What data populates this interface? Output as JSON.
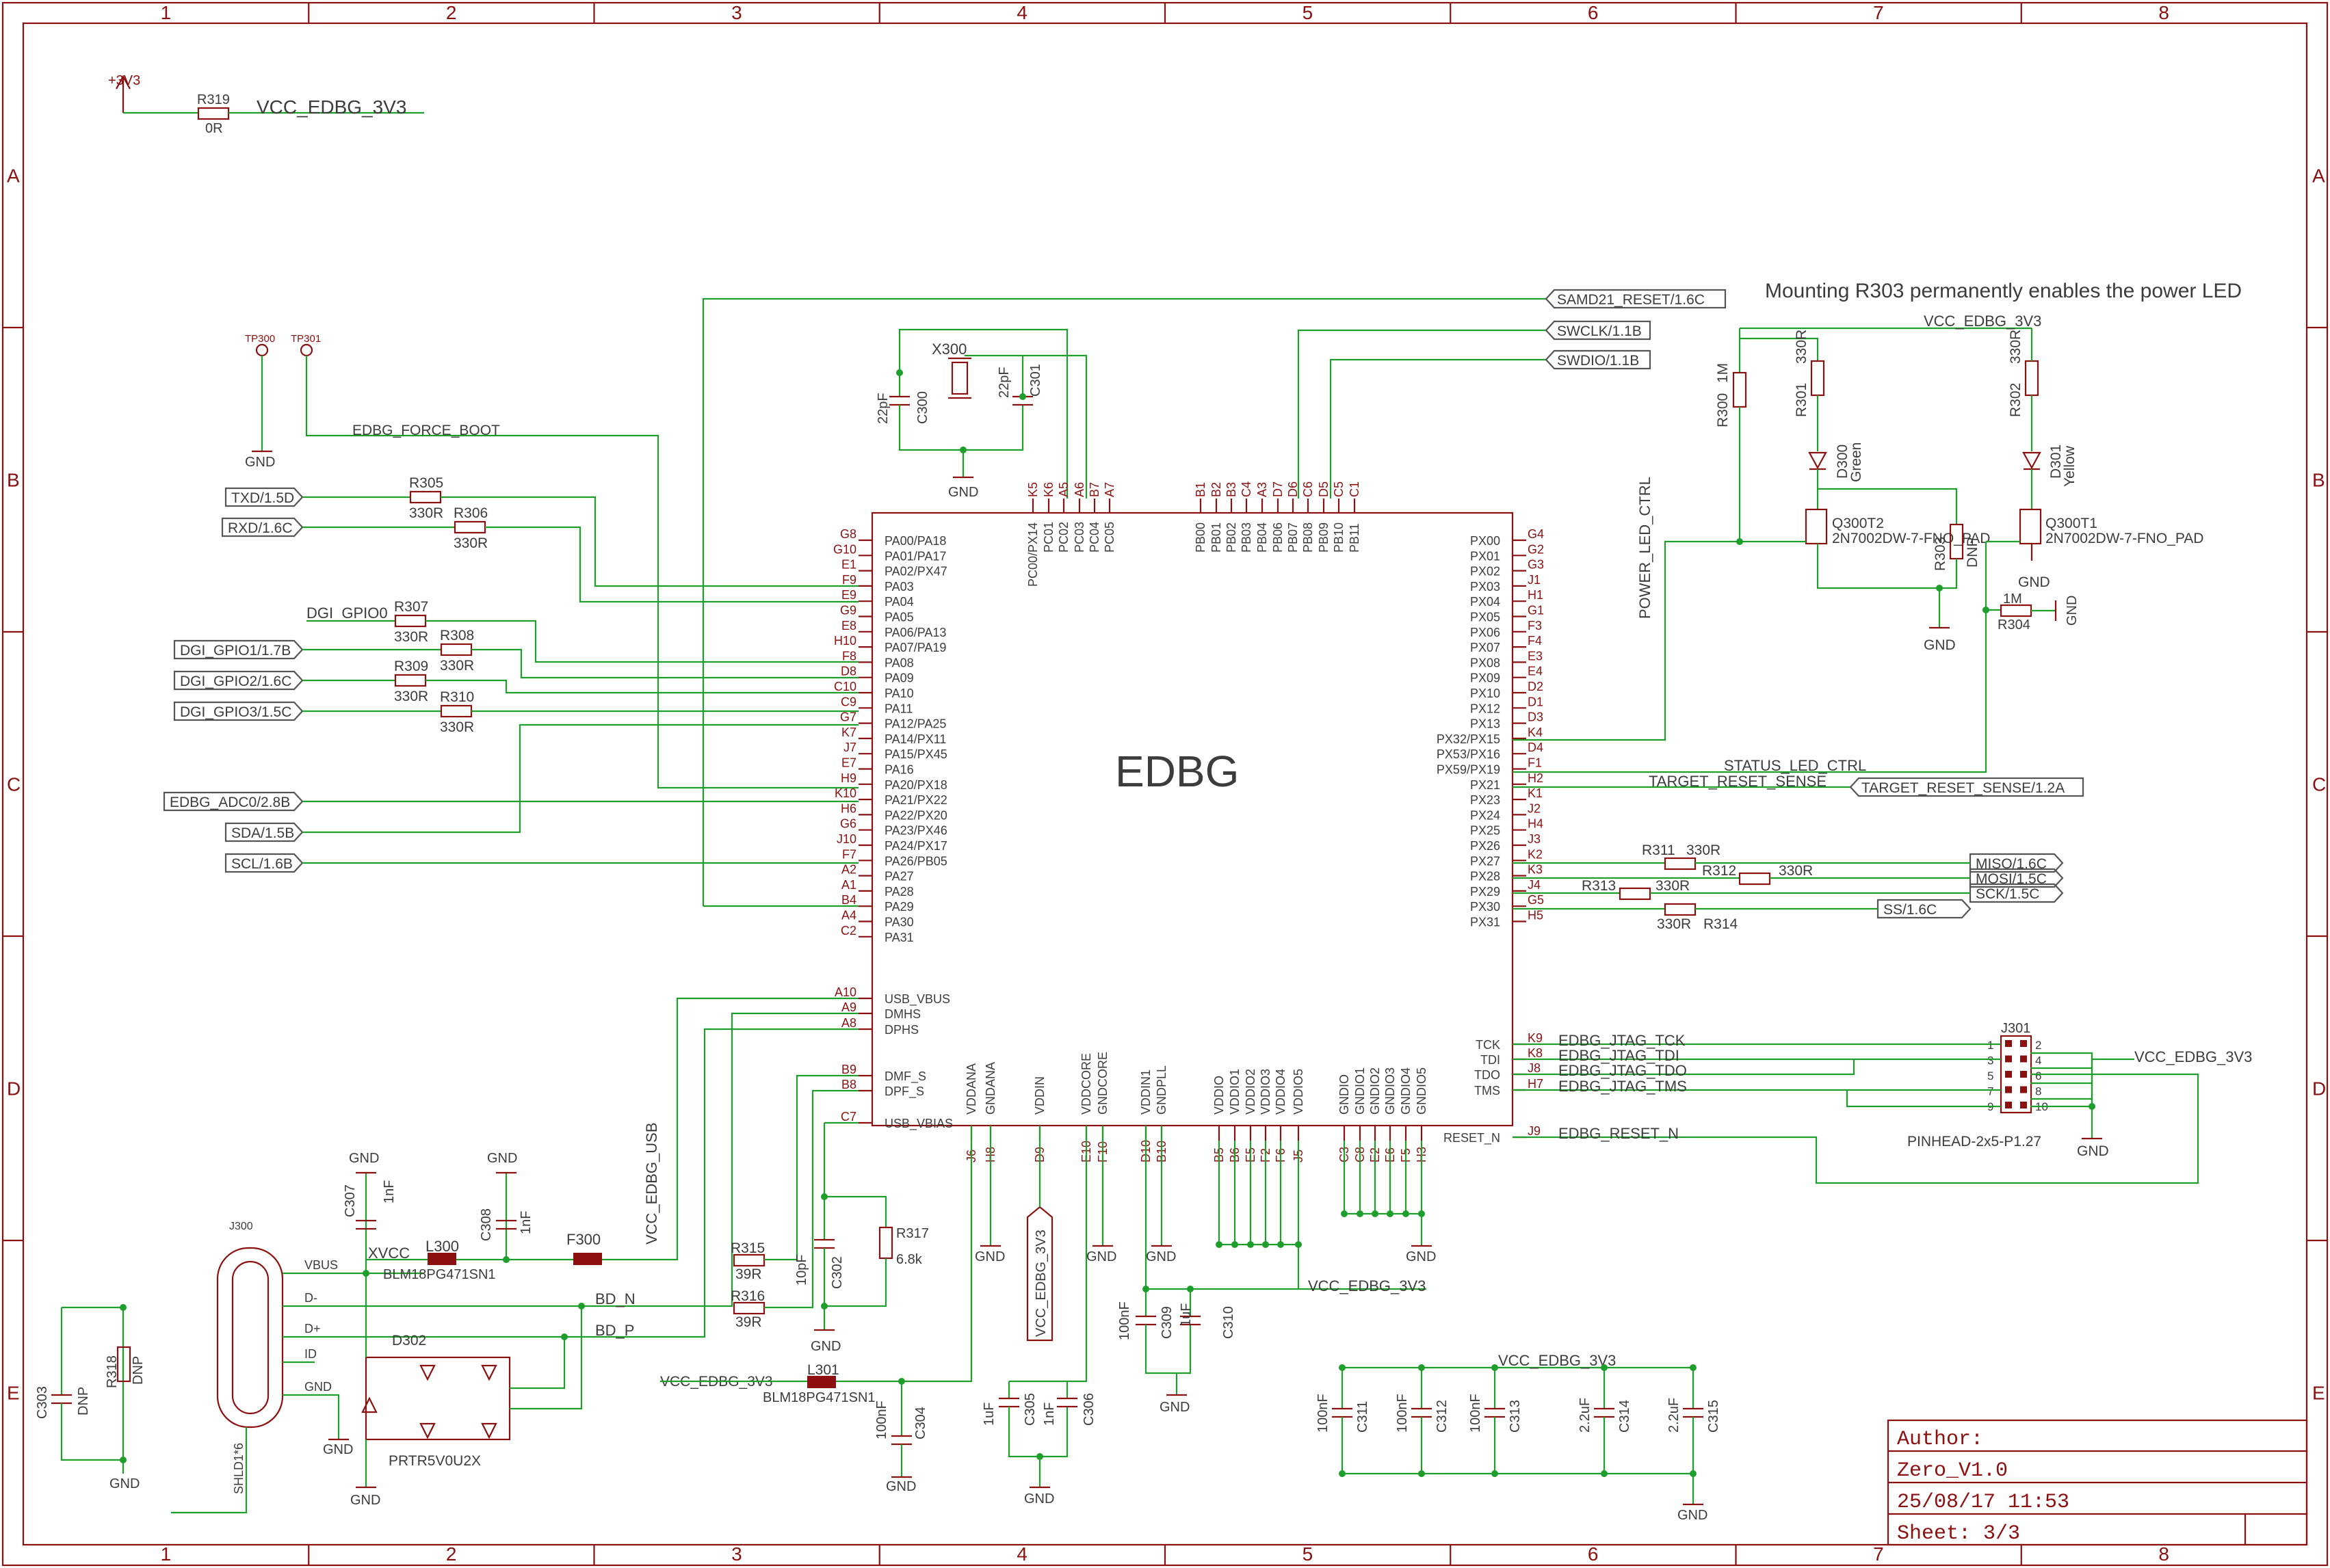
{
  "frame": {
    "columns": [
      "1",
      "2",
      "3",
      "4",
      "5",
      "6",
      "7",
      "8"
    ],
    "rows": [
      "A",
      "B",
      "C",
      "D",
      "E"
    ]
  },
  "chip": {
    "name": "EDBG",
    "left_pins": [
      {
        "num": "G8",
        "name": "PA00/PA18"
      },
      {
        "num": "G10",
        "name": "PA01/PA17"
      },
      {
        "num": "E1",
        "name": "PA02/PX47"
      },
      {
        "num": "F9",
        "name": "PA03"
      },
      {
        "num": "E9",
        "name": "PA04"
      },
      {
        "num": "G9",
        "name": "PA05"
      },
      {
        "num": "E8",
        "name": "PA06/PA13"
      },
      {
        "num": "H10",
        "name": "PA07/PA19"
      },
      {
        "num": "F8",
        "name": "PA08"
      },
      {
        "num": "D8",
        "name": "PA09"
      },
      {
        "num": "C10",
        "name": "PA10"
      },
      {
        "num": "C9",
        "name": "PA11"
      },
      {
        "num": "G7",
        "name": "PA12/PA25"
      },
      {
        "num": "K7",
        "name": "PA14/PX11"
      },
      {
        "num": "J7",
        "name": "PA15/PX45"
      },
      {
        "num": "E7",
        "name": "PA16"
      },
      {
        "num": "H9",
        "name": "PA20/PX18"
      },
      {
        "num": "K10",
        "name": "PA21/PX22"
      },
      {
        "num": "H6",
        "name": "PA22/PX20"
      },
      {
        "num": "G6",
        "name": "PA23/PX46"
      },
      {
        "num": "J10",
        "name": "PA24/PX17"
      },
      {
        "num": "F7",
        "name": "PA26/PB05"
      },
      {
        "num": "A2",
        "name": "PA27"
      },
      {
        "num": "A1",
        "name": "PA28"
      },
      {
        "num": "B4",
        "name": "PA29"
      },
      {
        "num": "A4",
        "name": "PA30"
      },
      {
        "num": "C2",
        "name": "PA31"
      }
    ],
    "usb_pins": [
      {
        "num": "A10",
        "name": "USB_VBUS"
      },
      {
        "num": "A9",
        "name": "DMHS"
      },
      {
        "num": "A8",
        "name": "DPHS"
      }
    ],
    "usb2_pins": [
      {
        "num": "B9",
        "name": "DMF_S"
      },
      {
        "num": "B8",
        "name": "DPF_S"
      },
      {
        "num": "C7",
        "name": "USB_VBIAS"
      }
    ],
    "right_pins": [
      {
        "num": "G4",
        "name": "PX00"
      },
      {
        "num": "G2",
        "name": "PX01"
      },
      {
        "num": "G3",
        "name": "PX02"
      },
      {
        "num": "J1",
        "name": "PX03"
      },
      {
        "num": "H1",
        "name": "PX04"
      },
      {
        "num": "G1",
        "name": "PX05"
      },
      {
        "num": "F3",
        "name": "PX06"
      },
      {
        "num": "F4",
        "name": "PX07"
      },
      {
        "num": "E3",
        "name": "PX08"
      },
      {
        "num": "E4",
        "name": "PX09"
      },
      {
        "num": "D2",
        "name": "PX10"
      },
      {
        "num": "D1",
        "name": "PX12"
      },
      {
        "num": "D3",
        "name": "PX13"
      },
      {
        "num": "K4",
        "name": "PX32/PX15"
      },
      {
        "num": "D4",
        "name": "PX53/PX16"
      },
      {
        "num": "F1",
        "name": "PX59/PX19"
      },
      {
        "num": "H2",
        "name": "PX21"
      },
      {
        "num": "K1",
        "name": "PX23"
      },
      {
        "num": "J2",
        "name": "PX24"
      },
      {
        "num": "H4",
        "name": "PX25"
      },
      {
        "num": "J3",
        "name": "PX26"
      },
      {
        "num": "K2",
        "name": "PX27"
      },
      {
        "num": "K3",
        "name": "PX28"
      },
      {
        "num": "J4",
        "name": "PX29"
      },
      {
        "num": "G5",
        "name": "PX30"
      },
      {
        "num": "H5",
        "name": "PX31"
      }
    ],
    "jtag_pins": [
      {
        "num": "K9",
        "name": "TCK",
        "net": "EDBG_JTAG_TCK"
      },
      {
        "num": "K8",
        "name": "TDI",
        "net": "EDBG_JTAG_TDI"
      },
      {
        "num": "J8",
        "name": "TDO",
        "net": "EDBG_JTAG_TDO"
      },
      {
        "num": "H7",
        "name": "TMS",
        "net": "EDBG_JTAG_TMS"
      }
    ],
    "reset_pin": {
      "num": "J9",
      "name": "RESET_N",
      "net": "EDBG_RESET_N"
    },
    "top_pins": [
      {
        "num": "K5",
        "name": "PC00/PX14"
      },
      {
        "num": "K6",
        "name": "PC01"
      },
      {
        "num": "A5",
        "name": "PC02"
      },
      {
        "num": "A6",
        "name": "PC03"
      },
      {
        "num": "B7",
        "name": "PC04"
      },
      {
        "num": "A7",
        "name": "PC05"
      },
      {
        "num": "B1",
        "name": "PB00"
      },
      {
        "num": "B2",
        "name": "PB01"
      },
      {
        "num": "B3",
        "name": "PB02"
      },
      {
        "num": "C4",
        "name": "PB03"
      },
      {
        "num": "A3",
        "name": "PB04"
      },
      {
        "num": "D7",
        "name": "PB06"
      },
      {
        "num": "D6",
        "name": "PB07"
      },
      {
        "num": "C6",
        "name": "PB08"
      },
      {
        "num": "D5",
        "name": "PB09"
      },
      {
        "num": "C5",
        "name": "PB10"
      },
      {
        "num": "C1",
        "name": "PB11"
      }
    ],
    "bottom_pins": [
      {
        "num": "J6",
        "name": "VDDANA"
      },
      {
        "num": "H8",
        "name": "GNDANA"
      },
      {
        "num": "D9",
        "name": "VDDIN"
      },
      {
        "num": "E10",
        "name": "VDDCORE"
      },
      {
        "num": "F10",
        "name": "GNDCORE"
      },
      {
        "num": "D10",
        "name": "VDDIN1"
      },
      {
        "num": "B10",
        "name": "GNDPLL"
      },
      {
        "num": "B5",
        "name": "VDDIO"
      },
      {
        "num": "B6",
        "name": "VDDIO1"
      },
      {
        "num": "E5",
        "name": "VDDIO2"
      },
      {
        "num": "F2",
        "name": "VDDIO3"
      },
      {
        "num": "F6",
        "name": "VDDIO4"
      },
      {
        "num": "J5",
        "name": "VDDIO5"
      },
      {
        "num": "C3",
        "name": "GNDIO"
      },
      {
        "num": "C8",
        "name": "GNDIO1"
      },
      {
        "num": "E2",
        "name": "GNDIO2"
      },
      {
        "num": "E6",
        "name": "GNDIO3"
      },
      {
        "num": "F5",
        "name": "GNDIO4"
      },
      {
        "num": "H3",
        "name": "GNDIO5"
      }
    ]
  },
  "nets": {
    "vcc_edbg": "VCC_EDBG_3V3",
    "plus3v3": "+3V3",
    "gnd": "GND",
    "edbg_force_boot": "EDBG_FORCE_BOOT",
    "power_led_ctrl": "POWER_LED_CTRL",
    "status_led_ctrl": "STATUS_LED_CTRL",
    "target_reset_sense": "TARGET_RESET_SENSE",
    "vcc_edbg_usb": "VCC_EDBG_USB",
    "bd_n": "BD_N",
    "bd_p": "BD_P",
    "xvcc": "XVCC",
    "dgi_gpio0": "DGI_GPIO0"
  },
  "ports": {
    "left": [
      "TXD/1.5D",
      "RXD/1.6C",
      "DGI_GPIO1/1.7B",
      "DGI_GPIO2/1.6C",
      "DGI_GPIO3/1.5C",
      "EDBG_ADC0/2.8B",
      "SDA/1.5B",
      "SCL/1.6B"
    ],
    "top_right": [
      "SAMD21_RESET/1.6C",
      "SWCLK/1.1B",
      "SWDIO/1.1B"
    ],
    "target_reset": "TARGET_RESET_SENSE/1.2A",
    "spi": [
      "MISO/1.6C",
      "MOSI/1.5C",
      "SCK/1.5C",
      "SS/1.6C"
    ],
    "vddin_flag": "VCC_EDBG_3V3"
  },
  "parts": {
    "R319": [
      "R319",
      "0R"
    ],
    "R305": [
      "R305",
      "330R"
    ],
    "R306": [
      "R306",
      "330R"
    ],
    "R307": [
      "R307",
      "330R"
    ],
    "R308": [
      "R308",
      "330R"
    ],
    "R309": [
      "R309",
      "330R"
    ],
    "R310": [
      "R310",
      "330R"
    ],
    "X300": [
      "X300"
    ],
    "C300": [
      "C300",
      "22pF"
    ],
    "C301": [
      "C301",
      "22pF"
    ],
    "R300": [
      "R300",
      "1M"
    ],
    "R301": [
      "R301",
      "330R"
    ],
    "R302": [
      "R302",
      "330R"
    ],
    "R303": [
      "R303",
      "DNP"
    ],
    "R304": [
      "R304",
      "1M"
    ],
    "D300": [
      "D300",
      "Green"
    ],
    "D301": [
      "D301",
      "Yellow"
    ],
    "Q300T2": [
      "Q300T2",
      "2N7002DW-7-FNO_PAD"
    ],
    "Q300T1": [
      "Q300T1",
      "2N7002DW-7-FNO_PAD"
    ],
    "R311": [
      "R311",
      "330R"
    ],
    "R312": [
      "R312",
      "330R"
    ],
    "R313": [
      "R313",
      "330R"
    ],
    "R314": [
      "R314",
      "330R"
    ],
    "J301": [
      "J301",
      "PINHEAD-2x5-P1.27"
    ],
    "C307": [
      "C307",
      "1nF"
    ],
    "C308": [
      "C308",
      "1nF"
    ],
    "L300": [
      "L300",
      "BLM18PG471SN1"
    ],
    "F300": [
      "F300"
    ],
    "R315": [
      "R315",
      "39R"
    ],
    "R316": [
      "R316",
      "39R"
    ],
    "C302": [
      "C302",
      "10pF"
    ],
    "R317": [
      "R317",
      "6.8k"
    ],
    "J300": [
      "J300"
    ],
    "D302": [
      "D302",
      "PRTR5V0U2X"
    ],
    "C303": [
      "C303",
      "DNP"
    ],
    "R318": [
      "R318",
      "DNP"
    ],
    "L301": [
      "L301",
      "BLM18PG471SN1"
    ],
    "C304": [
      "C304",
      "100nF"
    ],
    "C305": [
      "C305",
      "1uF"
    ],
    "C306": [
      "C306",
      "1nF"
    ],
    "C309": [
      "C309",
      "100nF"
    ],
    "C310": [
      "C310",
      "1uF"
    ],
    "C311": [
      "C311",
      "100nF"
    ],
    "C312": [
      "C312",
      "100nF"
    ],
    "C313": [
      "C313",
      "100nF"
    ],
    "C314": [
      "C314",
      "2.2uF"
    ],
    "C315": [
      "C315",
      "2.2uF"
    ],
    "TP300": [
      "TP300"
    ],
    "TP301": [
      "TP301"
    ]
  },
  "usb_pins": [
    "VBUS",
    "D-",
    "D+",
    "ID",
    "GND",
    "SHLD1*6"
  ],
  "note": "Mounting R303 permanently enables the power LED",
  "title_block": {
    "author": "Author:",
    "design": "Zero_V1.0",
    "date": "25/08/17 11:53",
    "sheet": "Sheet: 3/3"
  }
}
